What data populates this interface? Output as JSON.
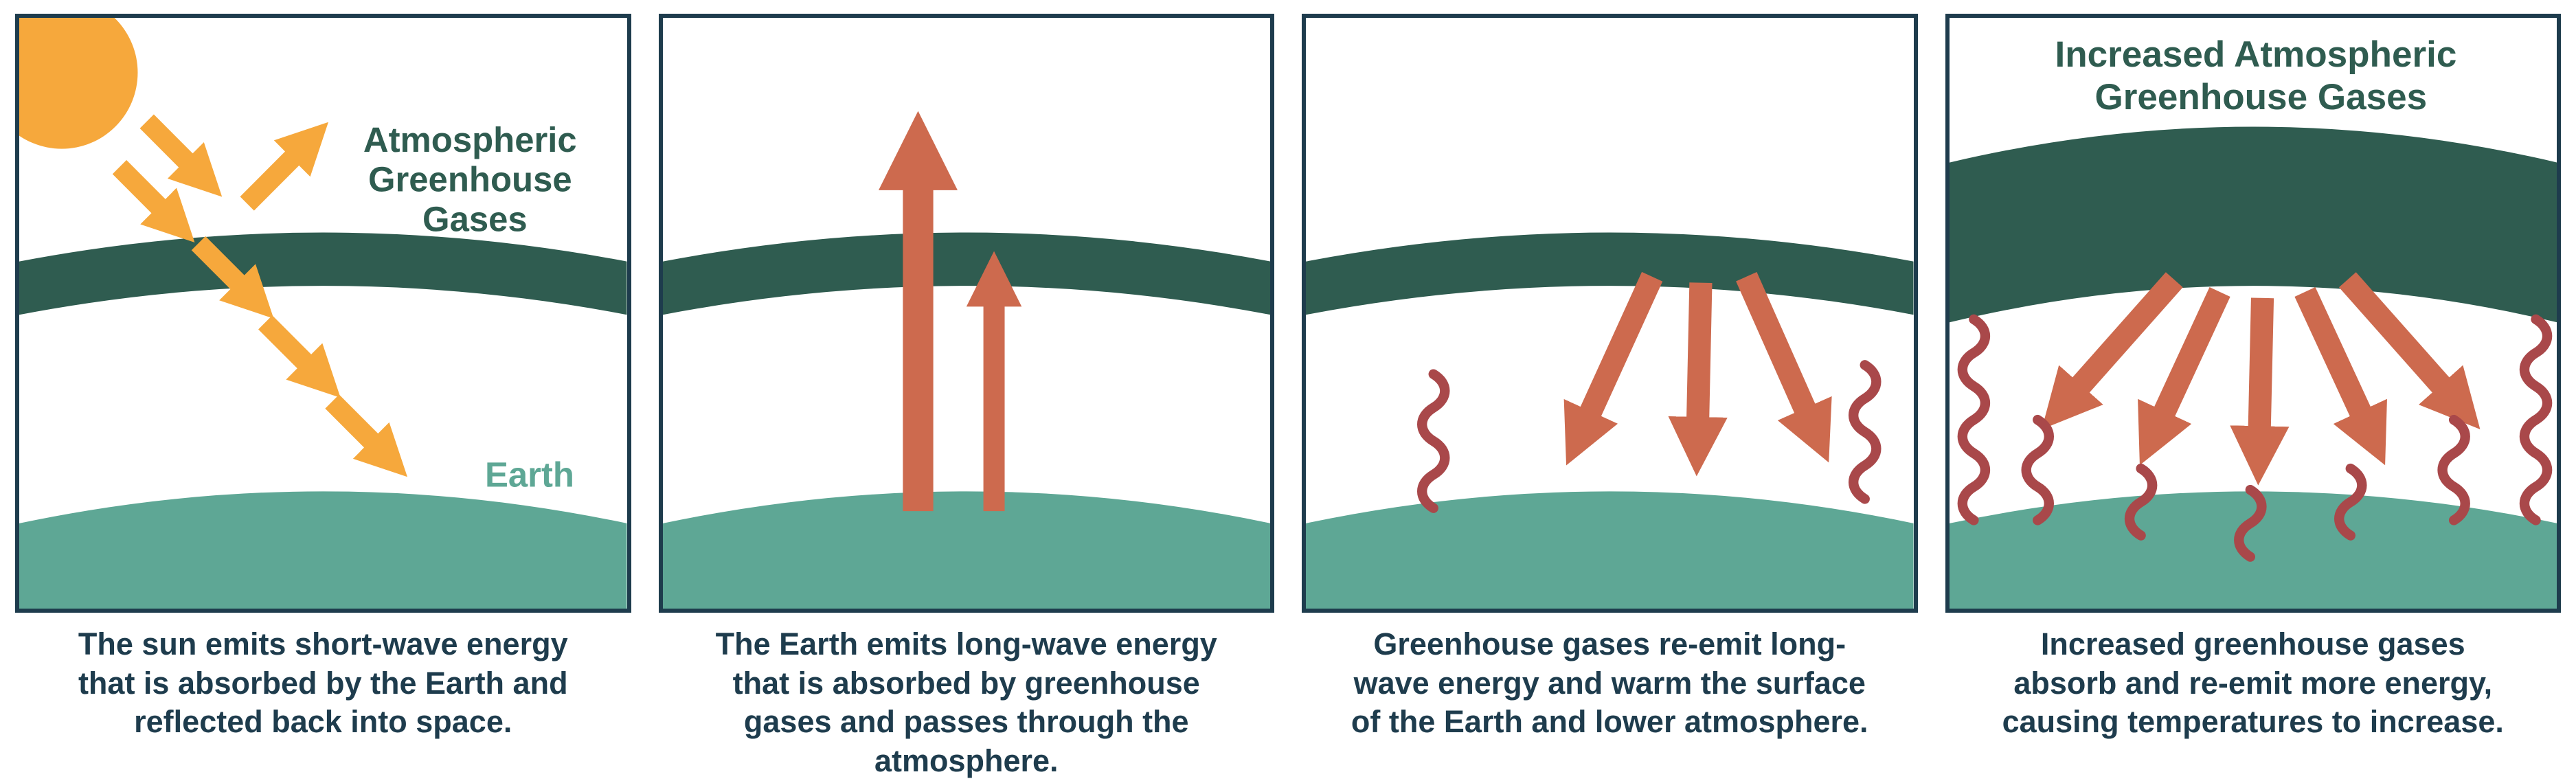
{
  "colors": {
    "navy": "#1e3c4d",
    "orange": "#f6a83c",
    "rust": "#cd6a4e",
    "rust_dark": "#a9484a",
    "band_green": "#2f5c50",
    "earth_teal": "#5ea795"
  },
  "panels": [
    {
      "name": "sun-shortwave",
      "atmosphere_label_lines": [
        "Atmospheric",
        "Greenhouse",
        "Gases"
      ],
      "earth_label": "Earth",
      "caption": "The sun emits short-wave energy that is absorbed by the Earth and reflected back into space."
    },
    {
      "name": "earth-longwave",
      "caption": "The Earth emits long-wave energy that is absorbed by greenhouse gases and passes through the atmosphere."
    },
    {
      "name": "greenhouse-reemission",
      "caption": "Greenhouse gases re-emit long-wave energy and warm the surface of the Earth and lower atmosphere."
    },
    {
      "name": "increased-greenhouse",
      "label_lines": [
        "Increased Atmospheric",
        "Greenhouse Gases"
      ],
      "caption": "Increased greenhouse gases absorb and re-emit more energy, causing temperatures to increase."
    }
  ]
}
